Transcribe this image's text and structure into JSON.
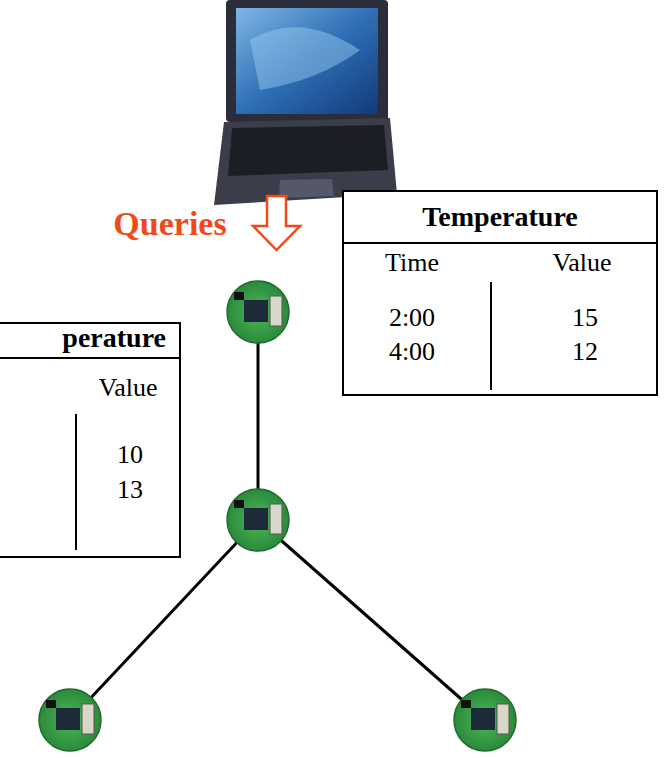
{
  "diagram": {
    "labels": [
      "Queries",
      "Temperature",
      "Time",
      "Value",
      "2:00",
      "15",
      "4:00",
      "12",
      "perature",
      "Value",
      "10",
      "13"
    ]
  }
}
